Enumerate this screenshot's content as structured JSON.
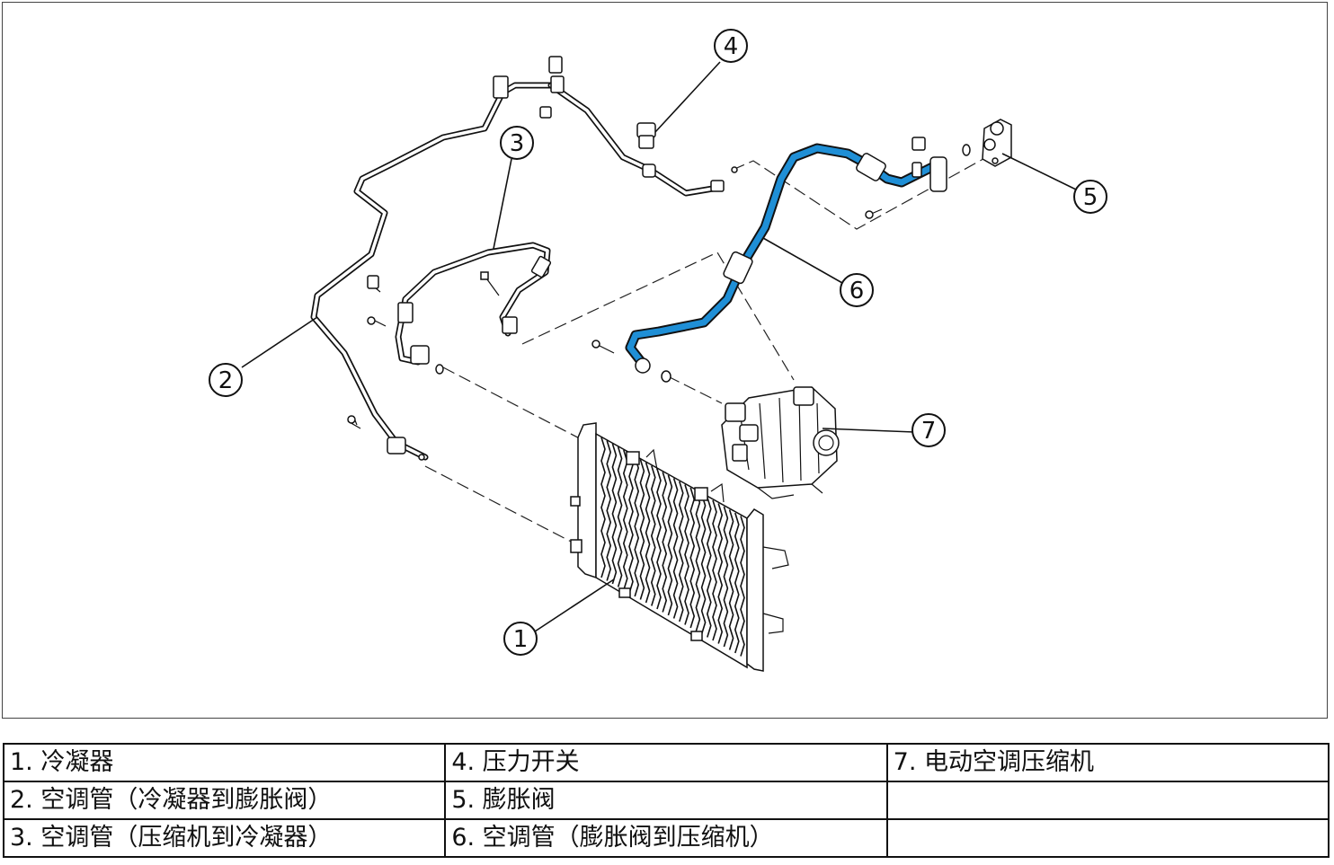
{
  "colors": {
    "highlight_hose": "#1f8fd6",
    "line": "#111111"
  },
  "callouts": [
    "1",
    "2",
    "3",
    "4",
    "5",
    "6",
    "7"
  ],
  "legend": {
    "rows": [
      [
        "1. 冷凝器",
        "4. 压力开关",
        "7. 电动空调压缩机"
      ],
      [
        "2. 空调管（冷凝器到膨胀阀）",
        "5. 膨胀阀",
        ""
      ],
      [
        "3. 空调管（压缩机到冷凝器）",
        "6. 空调管（膨胀阀到压缩机）",
        ""
      ]
    ]
  }
}
